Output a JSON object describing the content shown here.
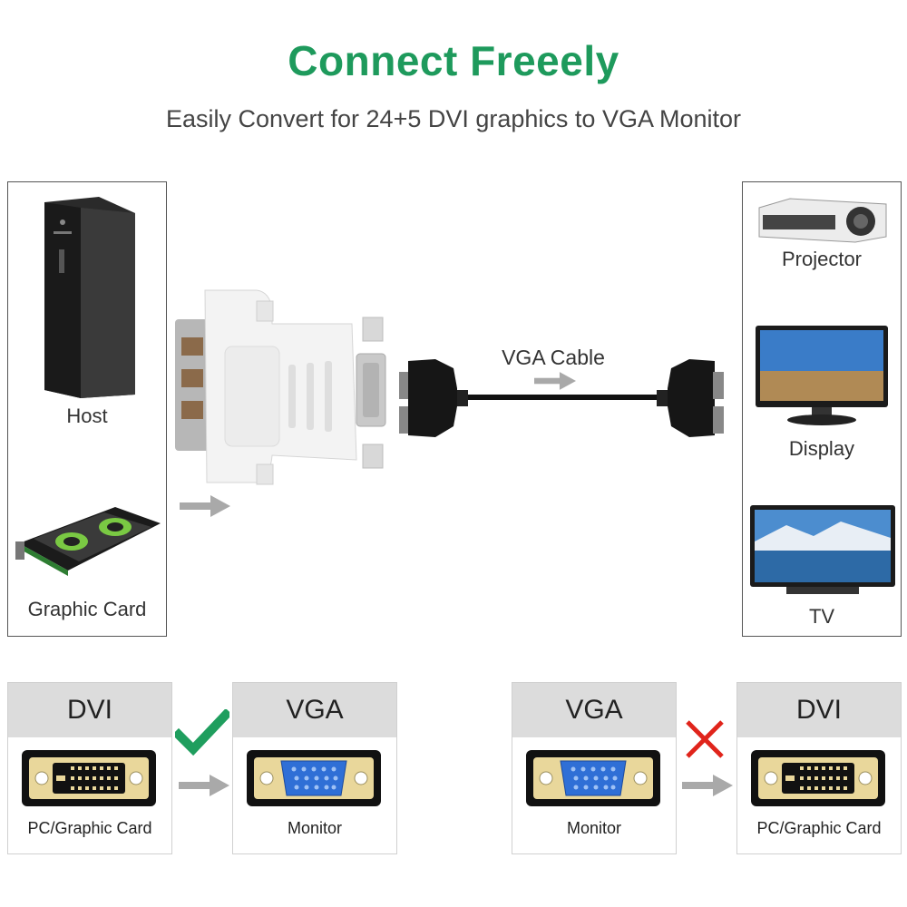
{
  "header": {
    "title": "Connect Freeely",
    "subtitle": "Easily Convert for 24+5 DVI graphics to VGA Monitor"
  },
  "left_panel": {
    "host_label": "Host",
    "card_label": "Graphic Card"
  },
  "center": {
    "cable_label": "VGA Cable"
  },
  "right_panel": {
    "projector_label": "Projector",
    "display_label": "Display",
    "tv_label": "TV"
  },
  "compat": {
    "left": {
      "from_label": "DVI",
      "from_device": "PC/Graphic Card",
      "to_label": "VGA",
      "to_device": "Monitor",
      "status_icon": "checkmark-icon"
    },
    "right": {
      "from_label": "VGA",
      "from_device": "Monitor",
      "to_label": "DVI",
      "to_device": "PC/Graphic Card",
      "status_icon": "cross-icon"
    }
  },
  "colors": {
    "title_green": "#1e9a5c",
    "check_green": "#1f9e5e",
    "cross_red": "#e0241b",
    "arrow_gray": "#a9a9a9",
    "connector_gold": "#e9d79b",
    "vga_blue": "#2f6fd6"
  }
}
